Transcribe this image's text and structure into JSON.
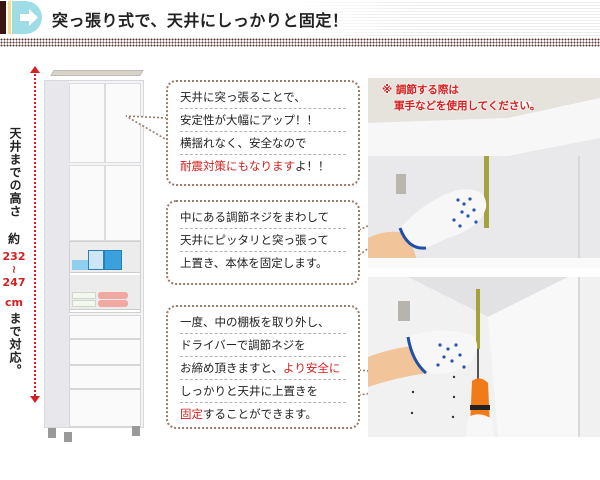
{
  "header": {
    "title": "突っ張り式で、天井にしっかりと固定！",
    "badge_icon": "arrow-right-icon",
    "colors": {
      "badge": "#9fdde6",
      "bar_dark": "#3a1410",
      "bar_yellow": "#f4d98a"
    }
  },
  "height_label": {
    "prefix": "天井までの高さ",
    "approx": "約",
    "min": "232",
    "range_sep": "~",
    "max": "247",
    "unit": "cm",
    "suffix": "まで対応。",
    "accent_color": "#d42020"
  },
  "callouts": [
    {
      "lines": [
        {
          "text": "天井に突っ張ることで、",
          "highlight": false
        },
        {
          "text": "安定性が大幅にアップ！！",
          "highlight": true
        },
        {
          "text": "横揺れなく、安全なので",
          "highlight": false
        },
        {
          "text_red": "耐震対策にもなります",
          "text_tail": "よ！！"
        }
      ]
    },
    {
      "lines": [
        {
          "text": "中にある調節ネジをまわして",
          "highlight": false
        },
        {
          "text": "天井にピッタリと突っ張って",
          "highlight": true
        },
        {
          "text": "上置き、本体を固定します。",
          "highlight": false
        }
      ]
    },
    {
      "lines": [
        {
          "text": "一度、中の棚板を取り外し、",
          "highlight": false
        },
        {
          "text": "ドライバーで調節ネジを",
          "highlight": false
        },
        {
          "text_head": "お締め頂きますと、",
          "text_red": "より安全に"
        },
        {
          "text": "しっかりと天井に上置きを",
          "highlight": true
        },
        {
          "text_red": "固定",
          "text_tail": "することができます。"
        }
      ]
    }
  ],
  "photos": [
    {
      "alt": "gloved-hand-turning-adjuster-screw",
      "note_line1": "※ 調節する際は",
      "note_line2": "軍手などを使用してください。"
    },
    {
      "alt": "gloved-hand-tightening-with-screwdriver"
    }
  ]
}
